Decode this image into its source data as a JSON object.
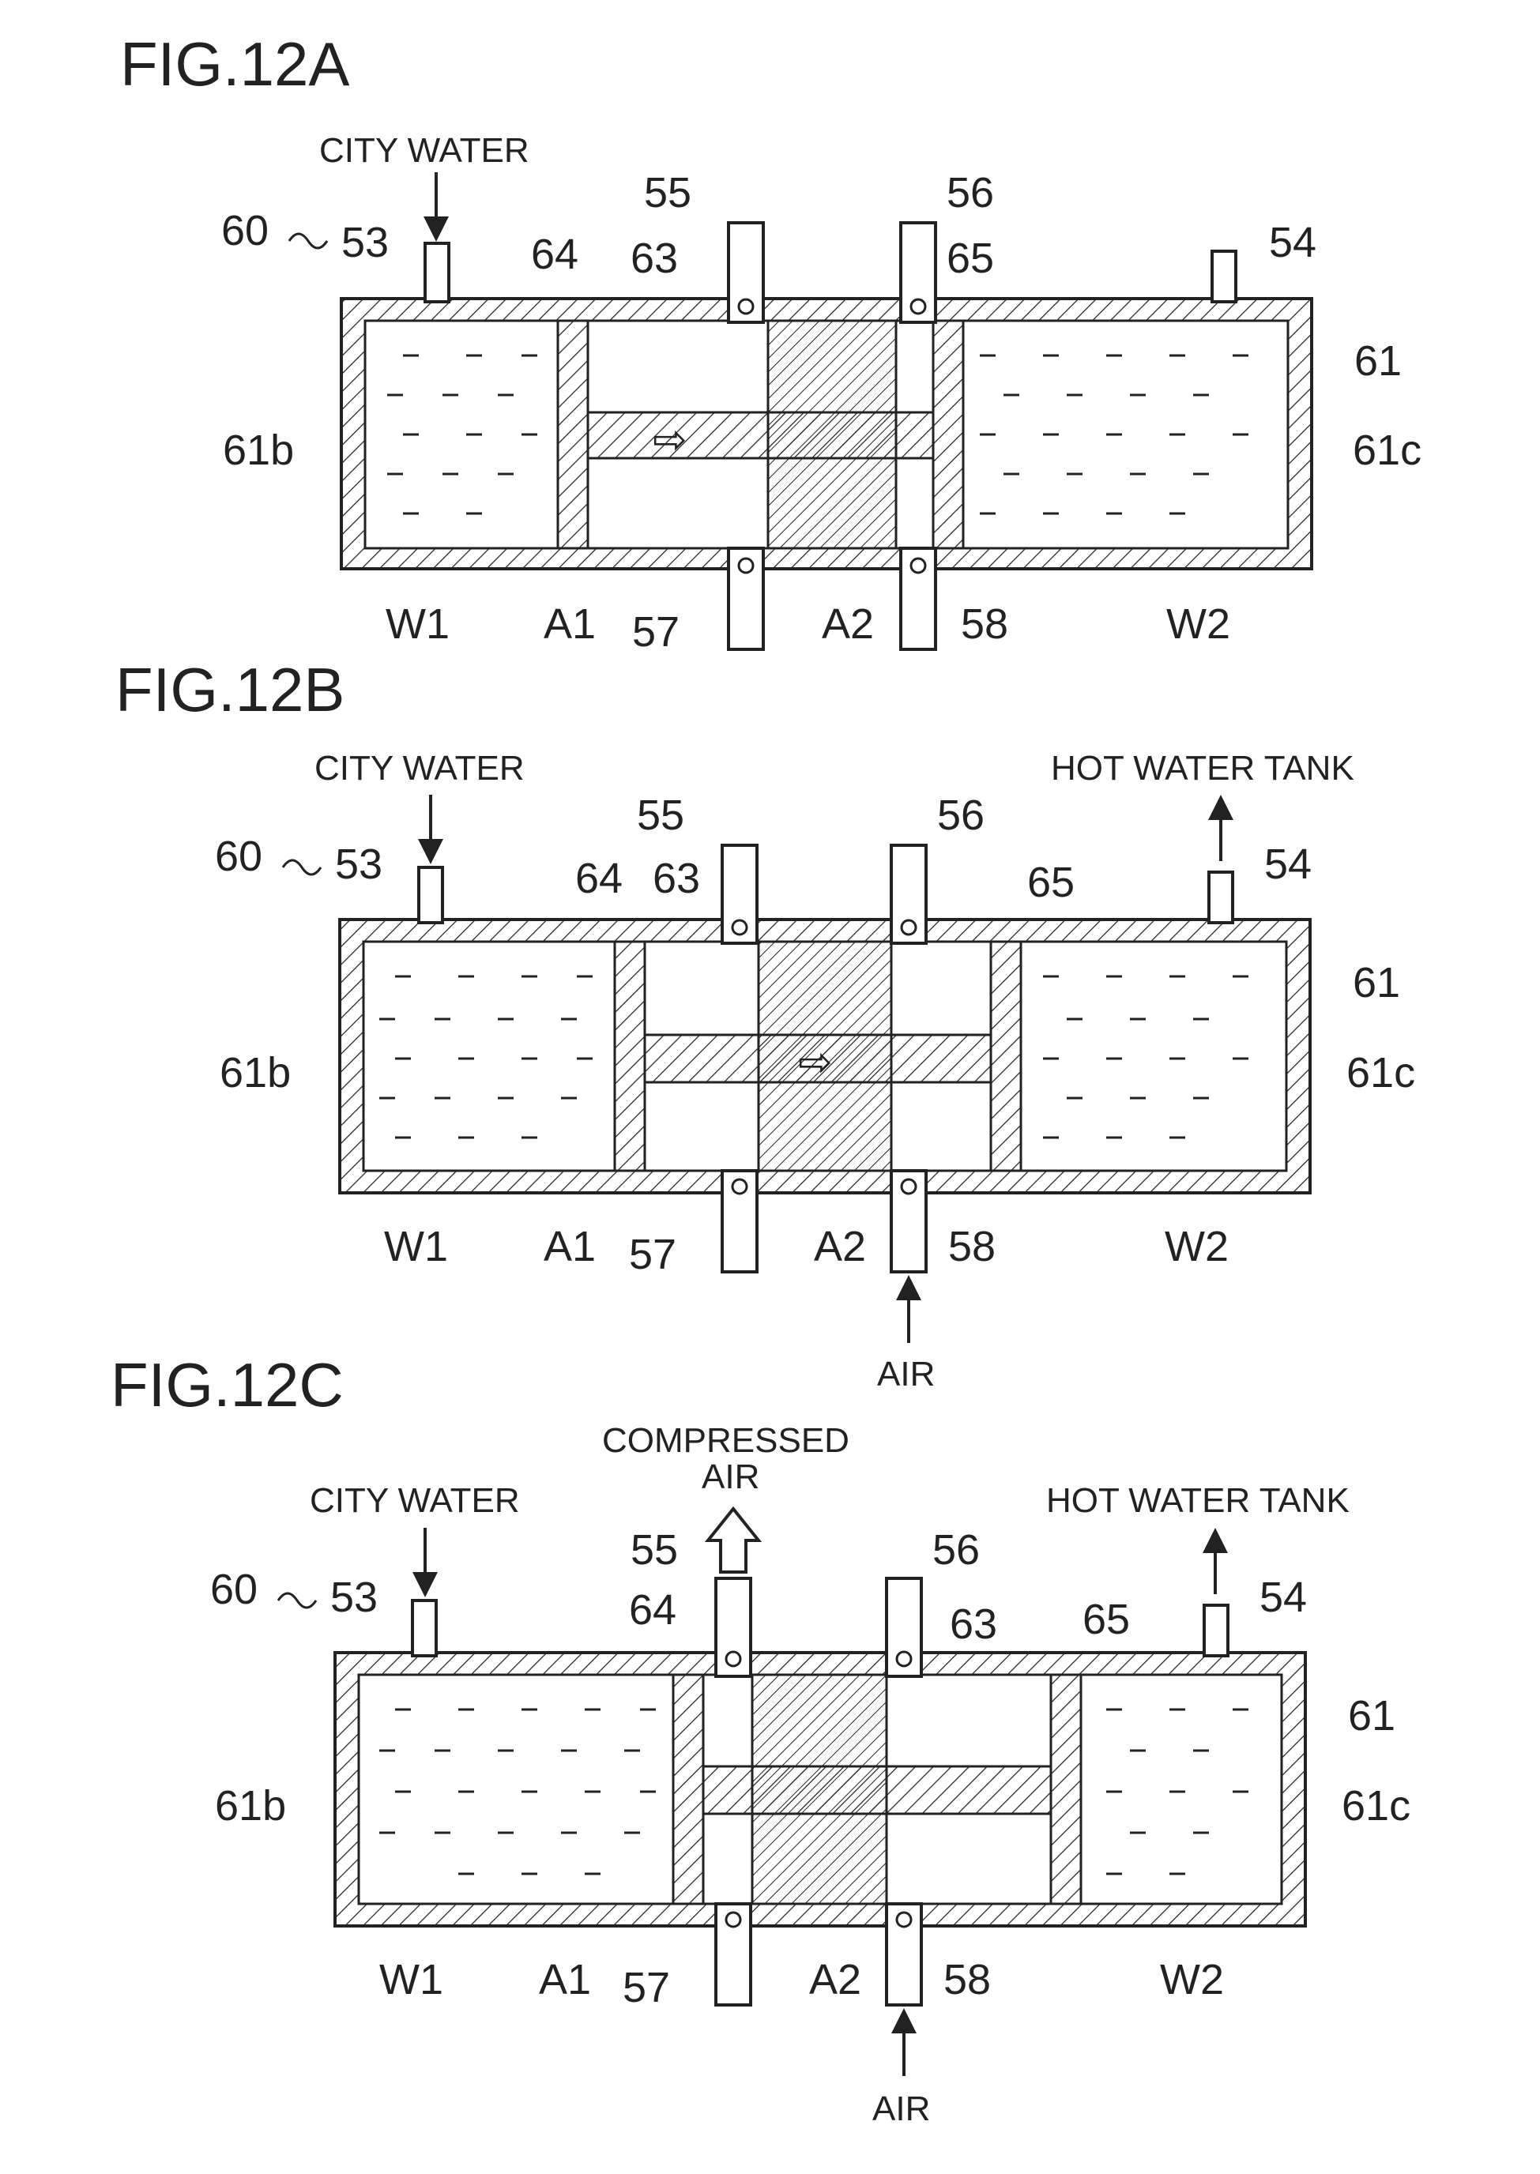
{
  "figures": [
    {
      "title": "FIG.12A",
      "labels": {
        "device": "60",
        "housing": "61",
        "wall_left": "61b",
        "wall_right": "61c",
        "pipe_left": "53",
        "pipe_right": "54",
        "pipe_top_a": "55",
        "pipe_top_b": "56",
        "pipe_bottom_a": "57",
        "pipe_bottom_b": "58",
        "piston_shaft": "63",
        "piston_left": "64",
        "piston_right": "65",
        "water_left": "W1",
        "water_right": "W2",
        "air_left": "A1",
        "air_right": "A2"
      },
      "captions": {
        "inlet": "CITY WATER",
        "outlet": "",
        "air_in": "",
        "air_out": ""
      }
    },
    {
      "title": "FIG.12B",
      "labels": {
        "device": "60",
        "housing": "61",
        "wall_left": "61b",
        "wall_right": "61c",
        "pipe_left": "53",
        "pipe_right": "54",
        "pipe_top_a": "55",
        "pipe_top_b": "56",
        "pipe_bottom_a": "57",
        "pipe_bottom_b": "58",
        "piston_shaft": "63",
        "piston_left": "64",
        "piston_right": "65",
        "water_left": "W1",
        "water_right": "W2",
        "air_left": "A1",
        "air_right": "A2"
      },
      "captions": {
        "inlet": "CITY WATER",
        "outlet": "HOT WATER TANK",
        "air_in": "AIR",
        "air_out": ""
      }
    },
    {
      "title": "FIG.12C",
      "labels": {
        "device": "60",
        "housing": "61",
        "wall_left": "61b",
        "wall_right": "61c",
        "pipe_left": "53",
        "pipe_right": "54",
        "pipe_top_a": "55",
        "pipe_top_b": "56",
        "pipe_bottom_a": "57",
        "pipe_bottom_b": "58",
        "piston_shaft": "63",
        "piston_left": "64",
        "piston_right": "65",
        "water_left": "W1",
        "water_right": "W2",
        "air_left": "A1",
        "air_right": "A2"
      },
      "captions": {
        "inlet": "CITY WATER",
        "outlet": "HOT WATER TANK",
        "air_in": "AIR",
        "air_out_line1": "COMPRESSED",
        "air_out_line2": "AIR"
      }
    }
  ],
  "colors": {
    "ink": "#222222",
    "paper": "#ffffff"
  }
}
